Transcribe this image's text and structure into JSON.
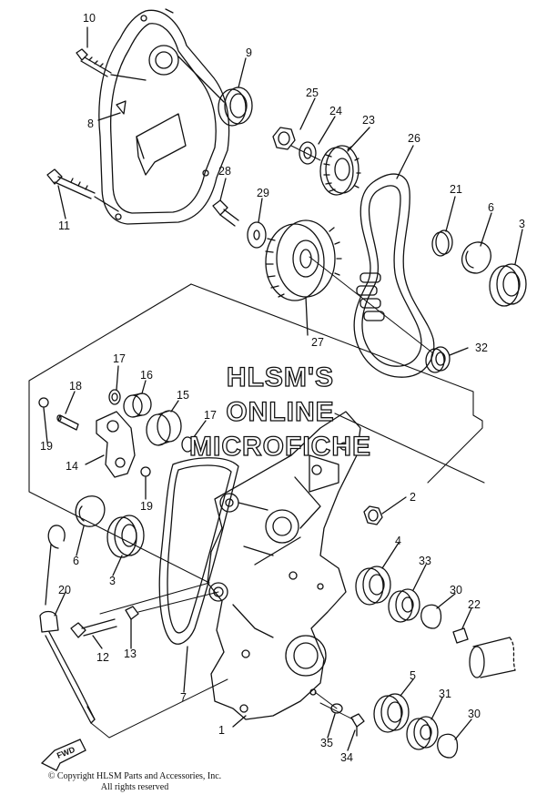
{
  "watermark": {
    "line1": "HLSM'S",
    "line2": "ONLINE",
    "line3": "MICROFICHE"
  },
  "fwd_label": "FWD",
  "copyright": {
    "line1": "© Copyright HLSM Parts and Accessories, Inc.",
    "line2": "All rights reserved"
  },
  "callouts": [
    "10",
    "9",
    "25",
    "24",
    "23",
    "26",
    "8",
    "21",
    "6",
    "3",
    "28",
    "29",
    "11",
    "27",
    "32",
    "17",
    "16",
    "18",
    "15",
    "17",
    "19",
    "14",
    "19",
    "2",
    "6",
    "3",
    "4",
    "33",
    "30",
    "22",
    "20",
    "12",
    "13",
    "7",
    "5",
    "31",
    "30",
    "1",
    "35",
    "34"
  ]
}
